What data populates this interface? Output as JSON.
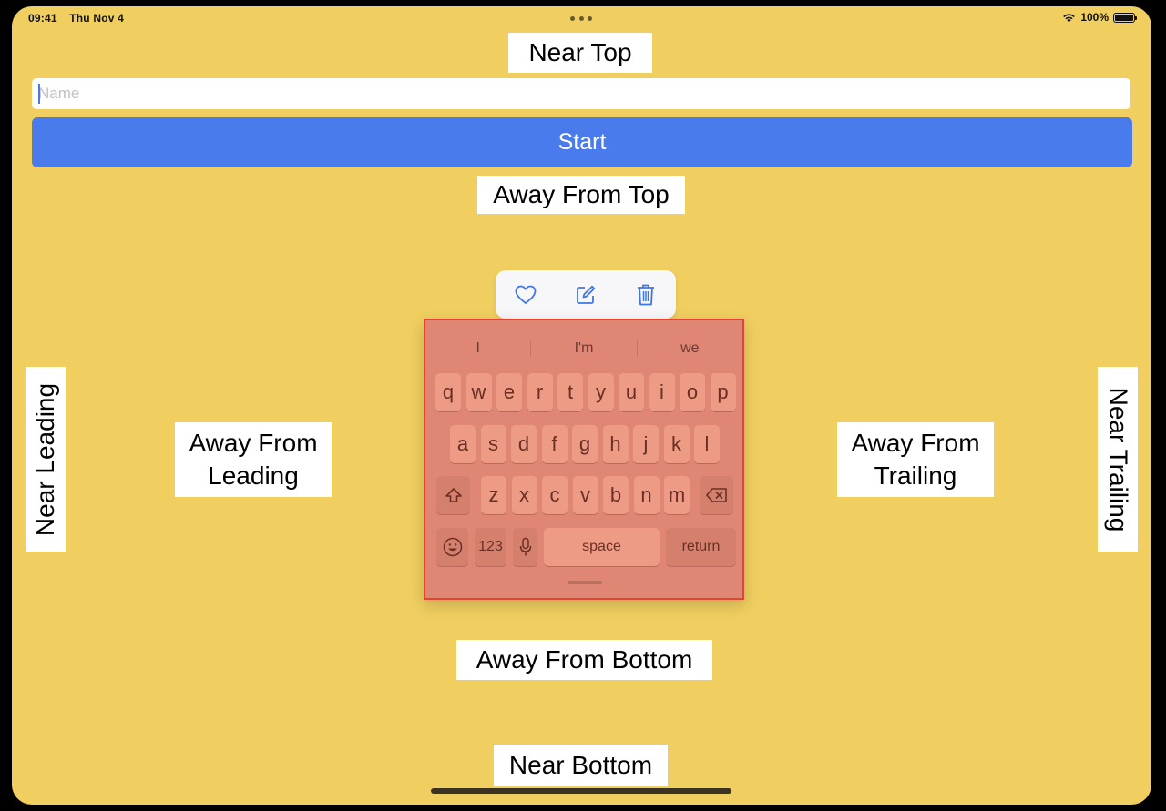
{
  "status_bar": {
    "time": "09:41",
    "date": "Thu Nov 4",
    "battery": "100%",
    "battery_level": 1.0
  },
  "labels": {
    "near_top": "Near Top",
    "away_from_top": "Away From Top",
    "near_leading": "Near Leading",
    "away_from_leading": "Away From\nLeading",
    "away_from_trailing": "Away From\nTrailing",
    "near_trailing": "Near Trailing",
    "away_from_bottom": "Away From Bottom",
    "near_bottom": "Near Bottom"
  },
  "name_field": {
    "placeholder": "Name",
    "value": ""
  },
  "start_button": {
    "label": "Start"
  },
  "edit_menu": {
    "icons": [
      "heart-icon",
      "edit-icon",
      "trash-icon"
    ]
  },
  "keyboard": {
    "suggestions": [
      "I",
      "I'm",
      "we"
    ],
    "row1": [
      "q",
      "w",
      "e",
      "r",
      "t",
      "y",
      "u",
      "i",
      "o",
      "p"
    ],
    "row2": [
      "a",
      "s",
      "d",
      "f",
      "g",
      "h",
      "j",
      "k",
      "l"
    ],
    "row3": [
      "z",
      "x",
      "c",
      "v",
      "b",
      "n",
      "m"
    ],
    "numbers_key": "123",
    "space_key": "space",
    "return_key": "return"
  },
  "colors": {
    "background": "#f0cf60",
    "accent": "#4a7bec",
    "keyboard": "#df8774",
    "keyboard_border": "#e2452b"
  }
}
